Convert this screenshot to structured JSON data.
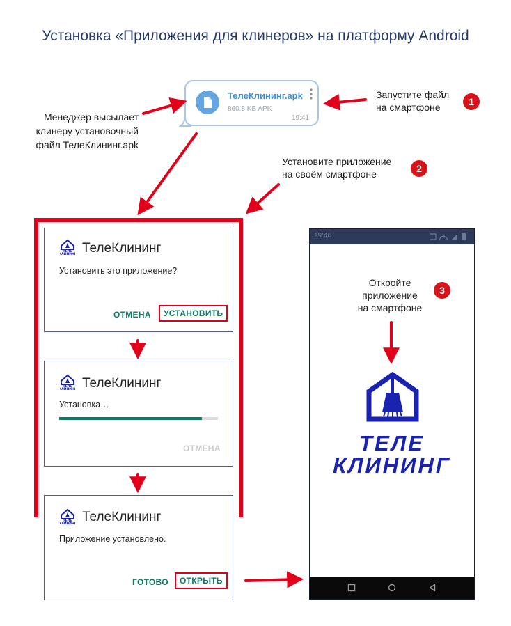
{
  "title": "Установка «Приложения для клинеров» на платформу Android",
  "message": {
    "file_name": "ТелеКлининг.apk",
    "file_size": "860,8 KB APK",
    "time": "19:41"
  },
  "notes": {
    "manager_lines": [
      "Менеджер высылает",
      "клинеру установочный",
      "файл ТелеКлининг.apk"
    ],
    "step1_lines": [
      "Запустите файл",
      "на смартфоне"
    ],
    "step2_lines": [
      "Установите приложение",
      "на своём смартфоне"
    ],
    "step3_lines": [
      "Откройте",
      "приложение",
      "на смартфоне"
    ]
  },
  "steps": {
    "one": "1",
    "two": "2",
    "three": "3"
  },
  "app_name": "ТелеКлининг",
  "logo_text": {
    "line1": "ТЕЛЕ",
    "line2": "КЛИНИНГ"
  },
  "dialogs": {
    "confirm": {
      "message": "Установить это приложение?",
      "cancel": "ОТМЕНА",
      "install": "УСТАНОВИТЬ"
    },
    "installing": {
      "message": "Установка…",
      "progress": 0.9,
      "cancel": "ОТМЕНА"
    },
    "done": {
      "message": "Приложение установлено.",
      "done": "ГОТОВО",
      "open": "ОТКРЫТЬ"
    }
  },
  "phone": {
    "status_time": "19:46"
  },
  "colors": {
    "accent_red": "#e2001a",
    "teal": "#0f7a65",
    "brand_blue": "#1a22b0",
    "title": "#263a6a"
  }
}
